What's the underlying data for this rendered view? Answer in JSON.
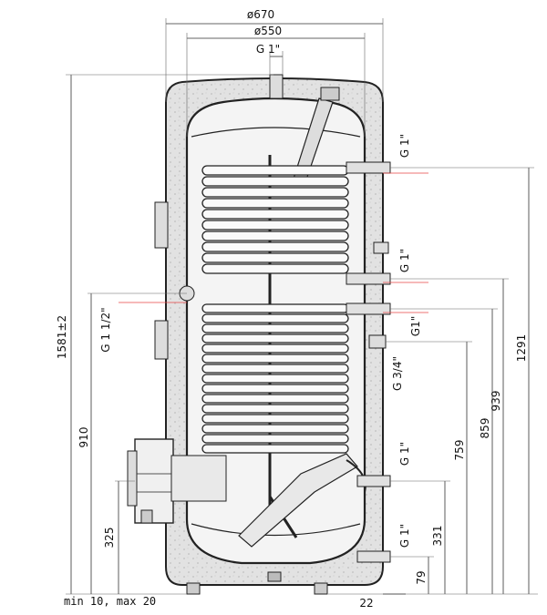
{
  "dimensions": {
    "outer_diameter": "ø670",
    "inner_diameter": "ø550",
    "top_connection": "G 1\"",
    "total_height": "1581±2",
    "flange_height": "910",
    "bottom_connection_height": "325",
    "clearance": "min 10, max 20",
    "side_offset": "22",
    "h_1291": "1291",
    "h_939": "939",
    "h_859": "859",
    "h_759": "759",
    "h_331": "331",
    "h_79": "79",
    "conn_upper_coil_in": "G 1\"",
    "conn_upper_coil_out": "G 1\"",
    "conn_sensor": "G1\"",
    "conn_circulation": "G 3/4\"",
    "conn_lower_coil_out": "G 1\"",
    "conn_lower_coil_in": "G 1\"",
    "conn_heater": "G 1 1/2\""
  }
}
